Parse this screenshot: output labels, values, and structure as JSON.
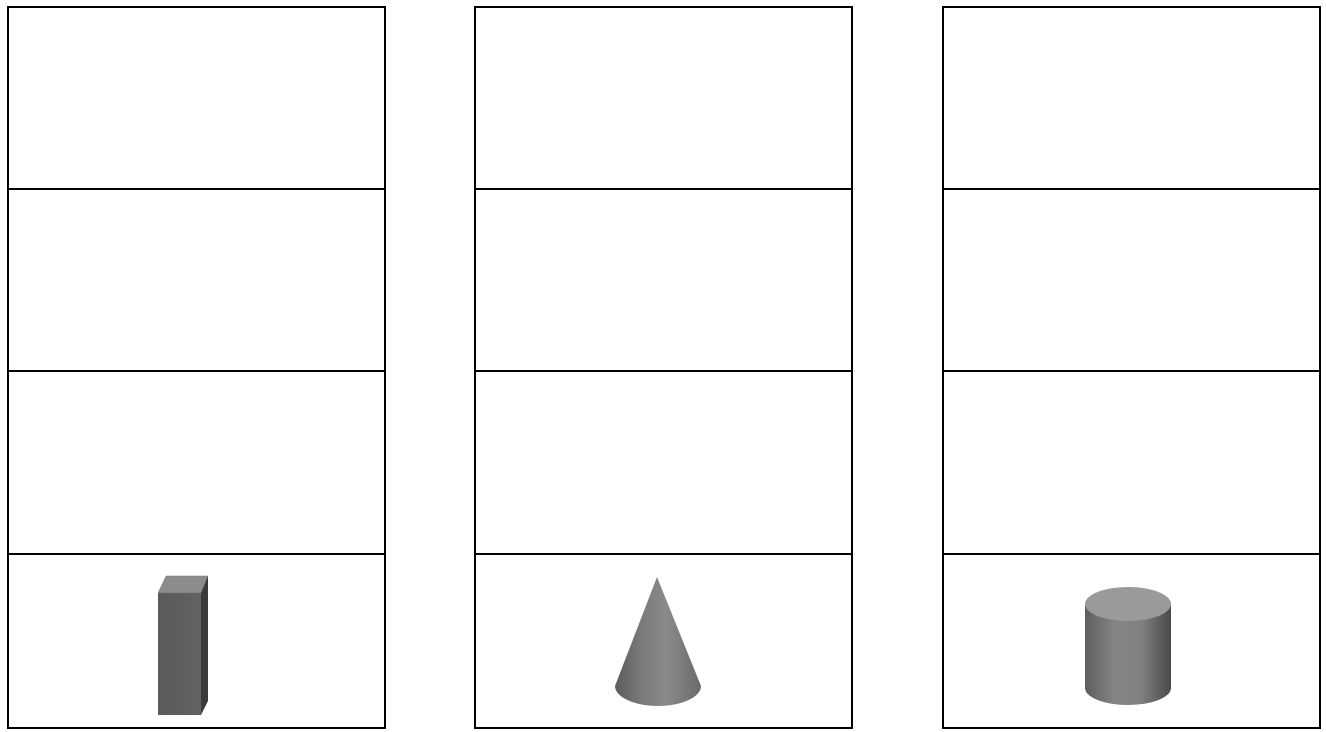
{
  "columns": [
    {
      "shape": "rectangular-prism",
      "color": "#5e5e5e",
      "rows": 4
    },
    {
      "shape": "cone",
      "color": "#7f7f7f",
      "rows": 4
    },
    {
      "shape": "cylinder",
      "color": "#8a8a8a",
      "rows": 4
    }
  ],
  "border_color": "#000000",
  "background_color": "#ffffff"
}
